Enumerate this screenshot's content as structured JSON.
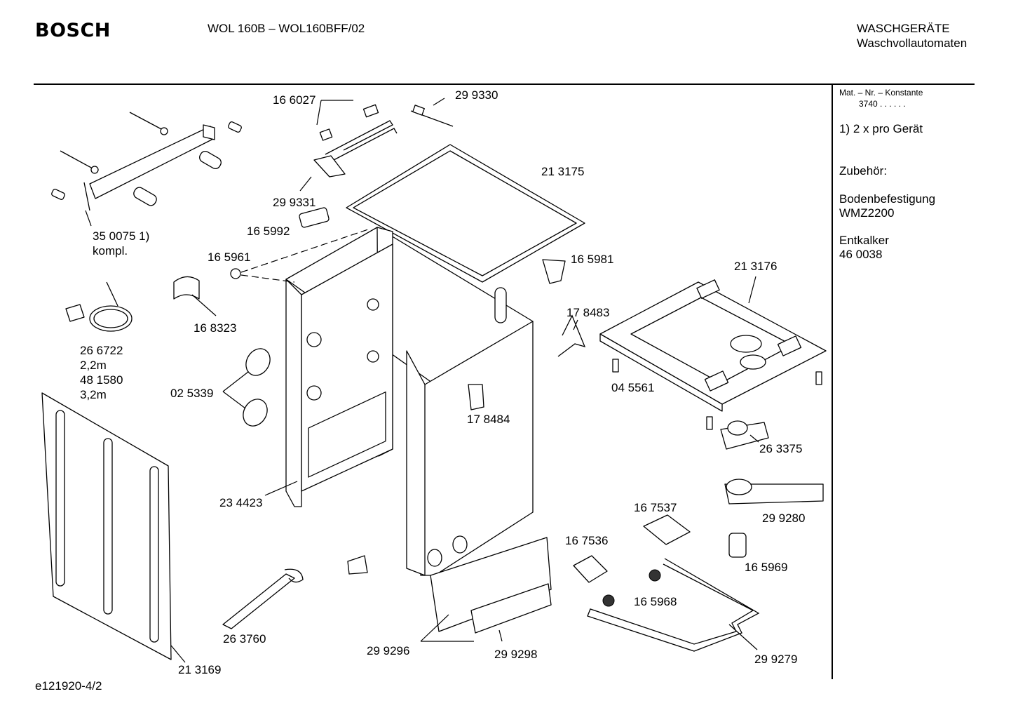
{
  "header": {
    "brand": "BOSCH",
    "model": "WOL 160B – WOL160BFF/02",
    "category_line1": "WASCHGERÄTE",
    "category_line2": "Waschvollautomaten"
  },
  "sidebar": {
    "mat_title": "Mat. – Nr. – Konstante",
    "mat_value": "3740 .  .  .  .  .  .",
    "note": "1) 2 x pro Gerät",
    "accessories_title": "Zubehör:",
    "item1_name": "Bodenbefestigung",
    "item1_code": "WMZ2200",
    "item2_name": "Entkalker",
    "item2_code": "46 0038"
  },
  "parts": [
    "16 6027",
    "29 9330",
    "29 9331",
    "21 3175",
    "16 5992",
    "16 5961",
    "16 5981",
    "35 0075 1)",
    "kompl.",
    "16 8323",
    "21 3176",
    "17 8483",
    "26 6722",
    "2,2m",
    "48 1580",
    "3,2m",
    "04 5561",
    "02 5339",
    "17 8484",
    "26 3375",
    "23 4423",
    "16 7537",
    "29 9280",
    "16 7536",
    "16 5969",
    "16 5968",
    "26 3760",
    "29 9296",
    "29 9298",
    "29 9279",
    "21 3169"
  ],
  "footer": {
    "drawing_id": "e121920-4/2"
  }
}
